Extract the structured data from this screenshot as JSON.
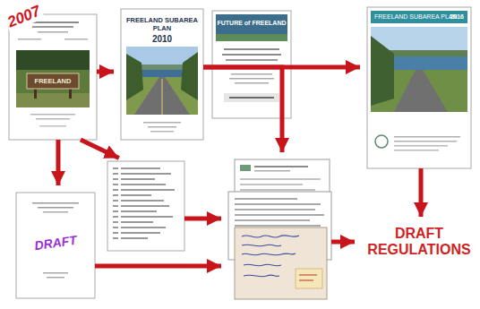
{
  "diagram": {
    "nodes": [
      {
        "text": [
          "2007",
          "FREELAND"
        ]
      },
      {
        "text": [
          "FREELAND SUBAREA PLAN",
          "2010"
        ]
      },
      {
        "text": [
          "FUTURE of FREELAND"
        ]
      },
      {
        "text": [
          "FREELAND SUBAREA PLAN",
          "2016"
        ]
      },
      {
        "text": [
          "DRAFT"
        ]
      },
      {
        "text": []
      },
      {
        "text": []
      },
      {
        "text": [
          "DRAFT REGULATIONS"
        ]
      }
    ],
    "edges": [
      {
        "from": 0,
        "to": 1,
        "arrow": "to"
      },
      {
        "from": 1,
        "to": 3,
        "arrow": "to"
      },
      {
        "from": 1,
        "to": 6,
        "arrow": "to"
      },
      {
        "from": 0,
        "to": 4,
        "arrow": "to"
      },
      {
        "from": 0,
        "to": 5,
        "arrow": "to"
      },
      {
        "from": 5,
        "to": 6,
        "arrow": "to"
      },
      {
        "from": 4,
        "to": 6,
        "arrow": "to"
      },
      {
        "from": 3,
        "to": 7,
        "arrow": "to"
      },
      {
        "from": 6,
        "to": 7,
        "arrow": "to"
      }
    ]
  }
}
